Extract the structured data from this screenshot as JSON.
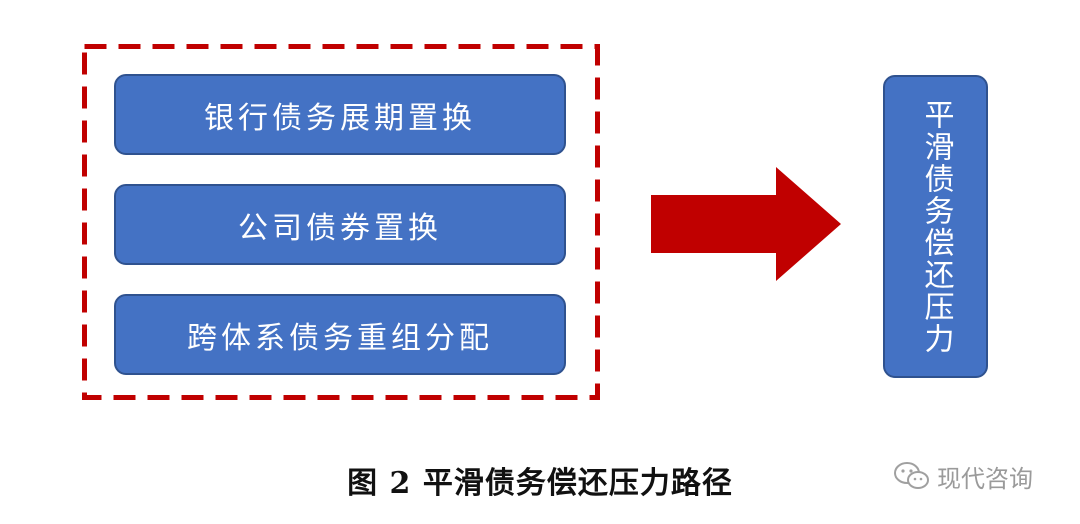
{
  "group": {
    "items": [
      {
        "label": "银行债务展期置换"
      },
      {
        "label": "公司债券置换"
      },
      {
        "label": "跨体系债务重组分配"
      }
    ]
  },
  "result": {
    "label": "平滑债务偿还压力"
  },
  "caption": {
    "text": "图 2  平滑债务偿还压力路径"
  },
  "watermark": {
    "text": "现代咨询",
    "icon": "wechat-icon"
  },
  "colors": {
    "box_fill": "#4472c4",
    "box_border": "#2f528f",
    "frame_dash": "#c00000",
    "arrow": "#c00000"
  }
}
